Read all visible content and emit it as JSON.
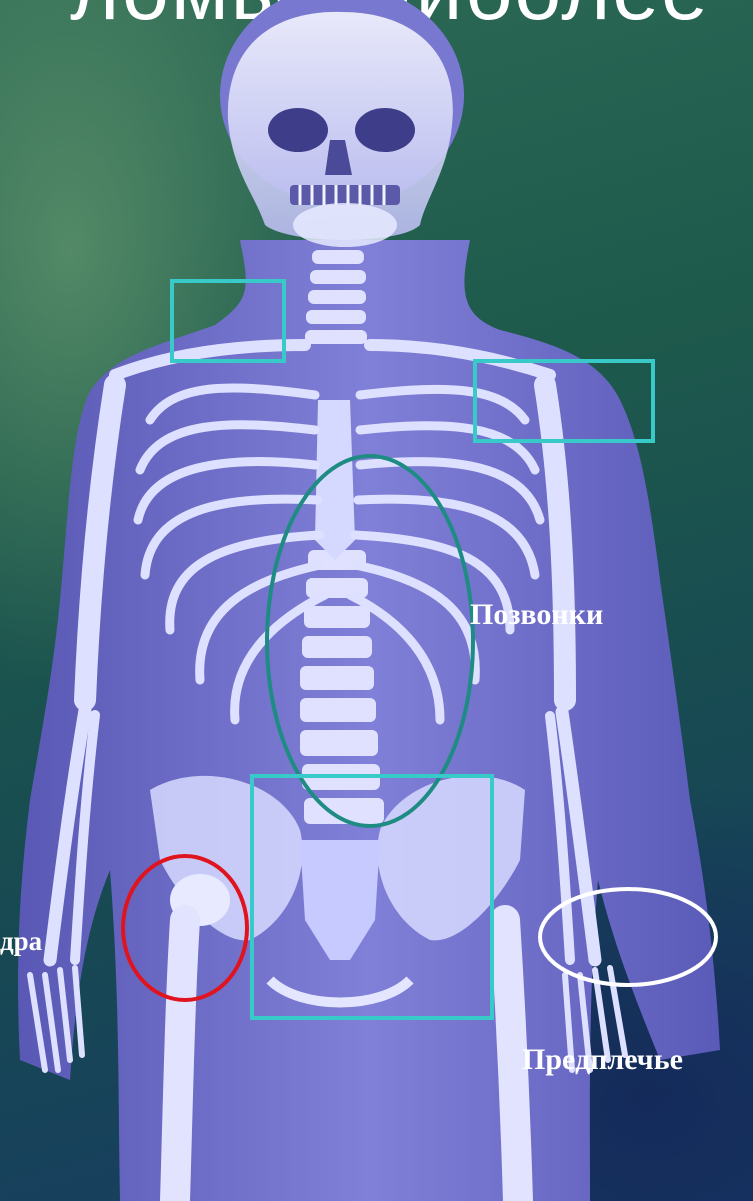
{
  "title": "ломы наиболее",
  "labels": {
    "vertebrae": "Позвонки",
    "hip": "дра",
    "forearm": "Предплечье"
  },
  "colors": {
    "body": "#6f6fc8",
    "bone": "#eef0ff",
    "highlight_cyan": "#38c9c9",
    "highlight_teal": "#1e8c82",
    "highlight_red": "#e0141e",
    "highlight_white": "#ffffff"
  }
}
